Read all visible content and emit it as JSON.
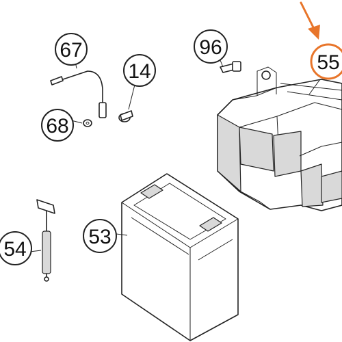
{
  "callouts": [
    {
      "id": "c67",
      "label": "67"
    },
    {
      "id": "c96",
      "label": "96"
    },
    {
      "id": "c14",
      "label": "14"
    },
    {
      "id": "c68",
      "label": "68"
    },
    {
      "id": "c55",
      "label": "55",
      "highlighted": true
    },
    {
      "id": "c53",
      "label": "53"
    },
    {
      "id": "c54",
      "label": "54"
    }
  ],
  "highlight_color": "#e8752a"
}
